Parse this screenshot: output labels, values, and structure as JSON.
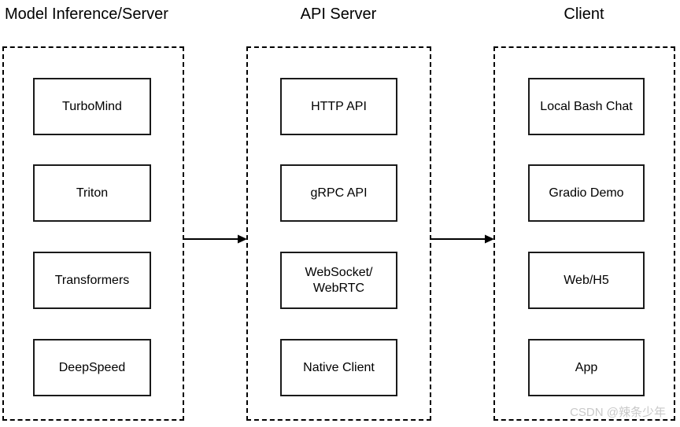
{
  "diagram": {
    "title_row": [
      {
        "id": "model",
        "label": "Model Inference/Server"
      },
      {
        "id": "api",
        "label": "API Server"
      },
      {
        "id": "client",
        "label": "Client"
      }
    ],
    "groups": [
      {
        "id": "model",
        "label": "Model Inference/Server",
        "nodes": [
          {
            "label": "TurboMind"
          },
          {
            "label": "Triton"
          },
          {
            "label": "Transformers"
          },
          {
            "label": "DeepSpeed"
          }
        ]
      },
      {
        "id": "api",
        "label": "API Server",
        "nodes": [
          {
            "label": "HTTP API"
          },
          {
            "label": "gRPC API"
          },
          {
            "label": "WebSocket/\nWebRTC"
          },
          {
            "label": "Native Client"
          }
        ]
      },
      {
        "id": "client",
        "label": "Client",
        "nodes": [
          {
            "label": "Local Bash Chat"
          },
          {
            "label": "Gradio Demo"
          },
          {
            "label": "Web/H5"
          },
          {
            "label": "App"
          }
        ]
      }
    ],
    "connectors": [
      {
        "id": "model-to-api",
        "from": "model",
        "to": "api",
        "style": "solid-arrow",
        "direction": "right"
      },
      {
        "id": "api-to-client",
        "from": "api",
        "to": "client",
        "style": "solid-arrow",
        "direction": "right"
      }
    ],
    "watermark": "CSDN @辣条少年",
    "colors": {
      "background": "#ffffff",
      "node_border": "#1a1a1a",
      "group_border": "#000000",
      "text": "#000000",
      "watermark": "#c9c9c9"
    }
  }
}
